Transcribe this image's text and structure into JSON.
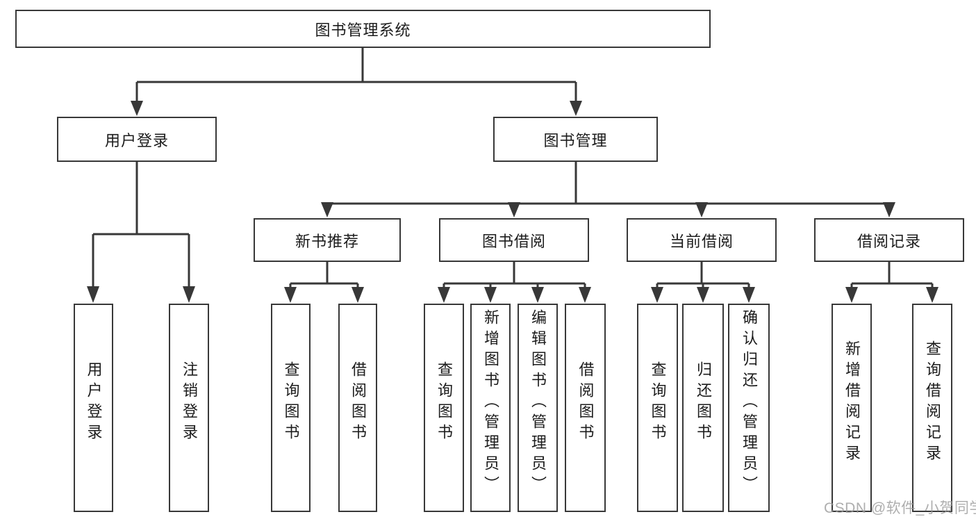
{
  "tree": {
    "label": "图书管理系统",
    "children": [
      {
        "label": "用户登录",
        "children": [
          {
            "label": "用户登录"
          },
          {
            "label": "注销登录"
          }
        ]
      },
      {
        "label": "图书管理",
        "children": [
          {
            "label": "新书推荐",
            "children": [
              {
                "label": "查询图书"
              },
              {
                "label": "借阅图书"
              }
            ]
          },
          {
            "label": "图书借阅",
            "children": [
              {
                "label": "查询图书"
              },
              {
                "label": "新增图书（管理员）"
              },
              {
                "label": "编辑图书（管理员）"
              },
              {
                "label": "借阅图书"
              }
            ]
          },
          {
            "label": "当前借阅",
            "children": [
              {
                "label": "查询图书"
              },
              {
                "label": "归还图书"
              },
              {
                "label": "确认归还（管理员）"
              }
            ]
          },
          {
            "label": "借阅记录",
            "children": [
              {
                "label": "新增借阅记录"
              },
              {
                "label": "查询借阅记录"
              }
            ]
          }
        ]
      }
    ]
  },
  "watermark": {
    "text": "CSDN @软件_小贺同学"
  },
  "colors": {
    "line": "#383838",
    "box_border": "#383838",
    "text": "#1c1c1c",
    "watermark": "#9a9a9a",
    "background": "#ffffff"
  }
}
